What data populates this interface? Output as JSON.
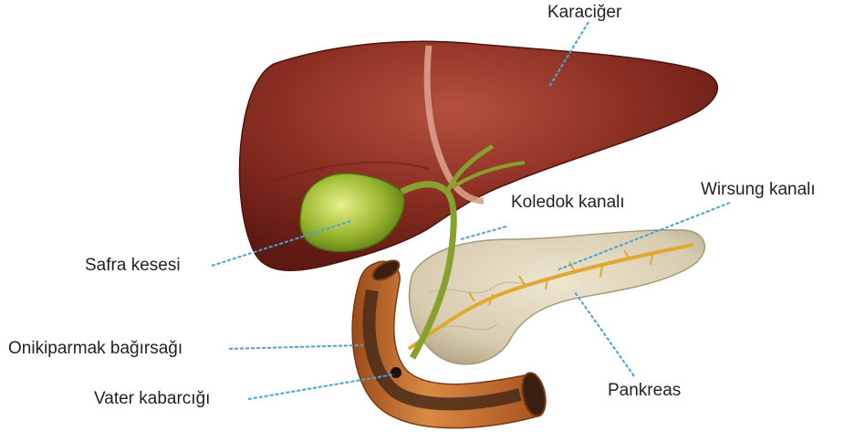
{
  "labels": {
    "liver": "Karaciğer",
    "bile_duct": "Koledok kanalı",
    "pancreatic_duct": "Wirsung kanalı",
    "gallbladder": "Safra kesesi",
    "duodenum": "Onikiparmak bağırsağı",
    "ampulla": "Vater kabarcığı",
    "pancreas": "Pankreas"
  },
  "colors": {
    "liver": "#8a2e22",
    "liver_dark": "#5e1a12",
    "gallbladder": "#9ab830",
    "duct": "#86a12e",
    "pancreas": "#d8ccb0",
    "pancreatic_duct": "#e0a830",
    "duodenum": "#c36a2a",
    "duodenum_inner": "#4a2a1a",
    "leader_line": "#4aa3d6"
  }
}
